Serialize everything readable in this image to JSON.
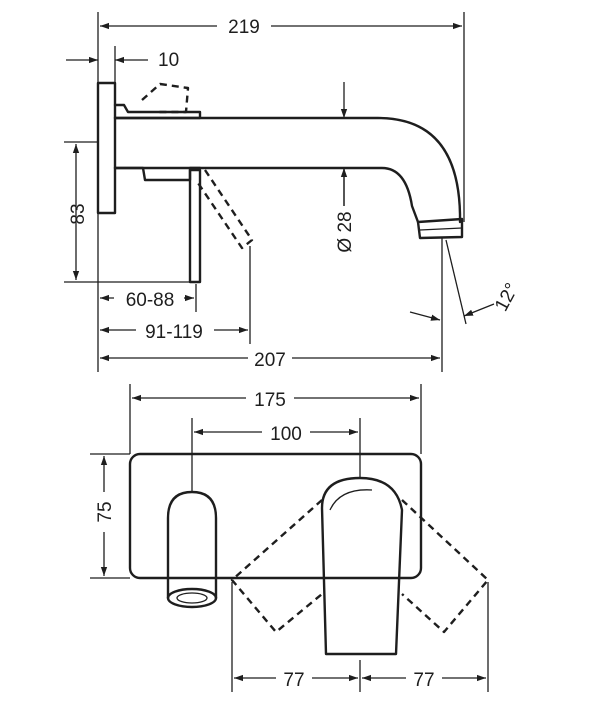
{
  "side_view": {
    "dim_219": "219",
    "dim_10": "10",
    "dim_83": "83",
    "dim_diameter": "Ø 28",
    "dim_60_88": "60-88",
    "dim_91_119": "91-119",
    "dim_207": "207",
    "dim_angle": "12°"
  },
  "front_view": {
    "dim_175": "175",
    "dim_100": "100",
    "dim_75": "75",
    "dim_77_left": "77",
    "dim_77_right": "77"
  }
}
